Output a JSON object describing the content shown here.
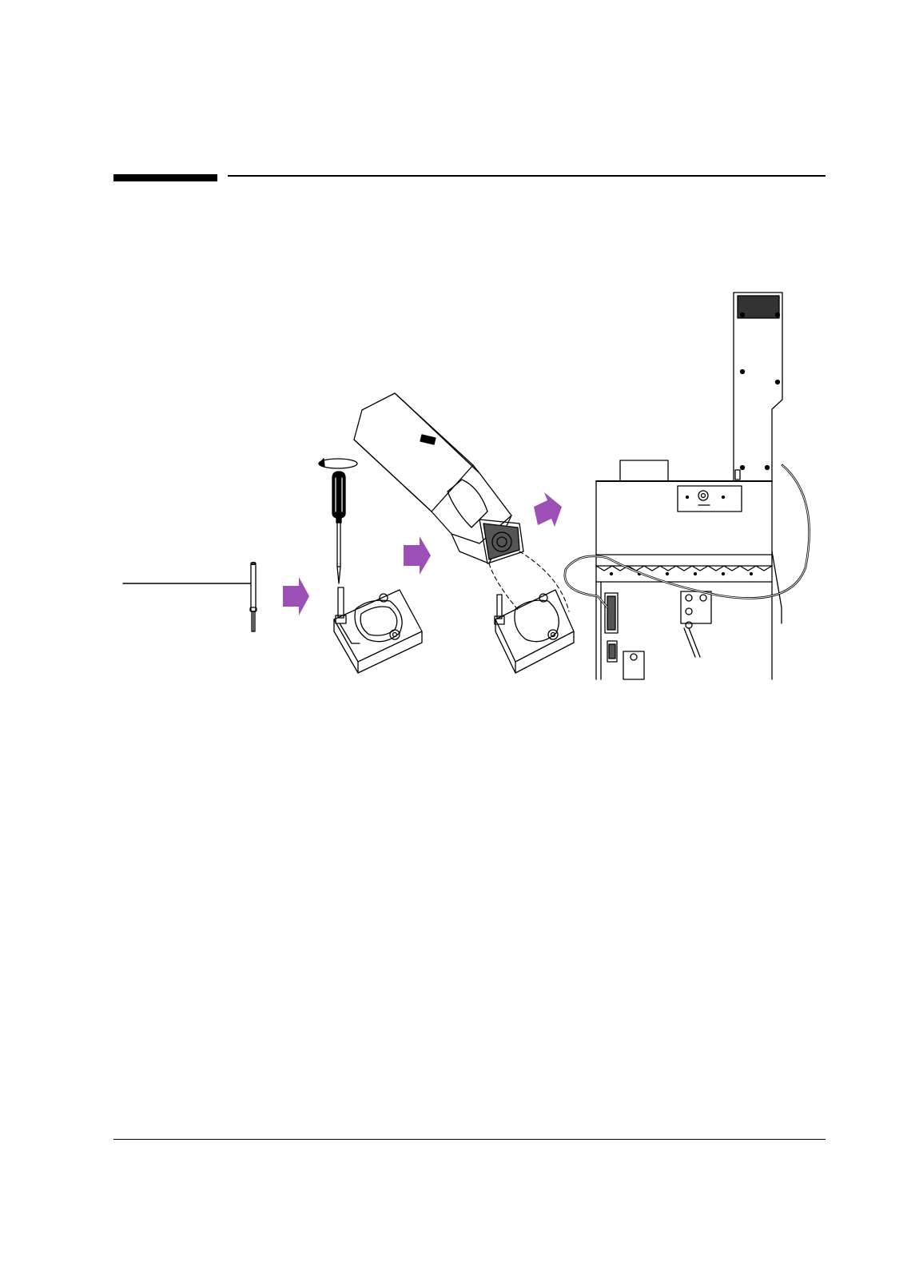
{
  "figure": {
    "callouts": [
      {
        "id": "pin-callout"
      }
    ],
    "arrows": [
      {
        "id": "arrow-pin-to-base"
      },
      {
        "id": "arrow-base-to-assembly"
      },
      {
        "id": "arrow-assembly-to-instrument"
      }
    ]
  },
  "colors": {
    "accent_arrow": "#9C4FB5",
    "line": "#000000",
    "header_bar": "#000000",
    "background": "#ffffff"
  },
  "icons": [
    "guide-pin-icon",
    "screwdriver-icon",
    "rotation-arrow-icon",
    "mounting-base-icon",
    "reagent-cartridge-icon",
    "instrument-icon"
  ]
}
